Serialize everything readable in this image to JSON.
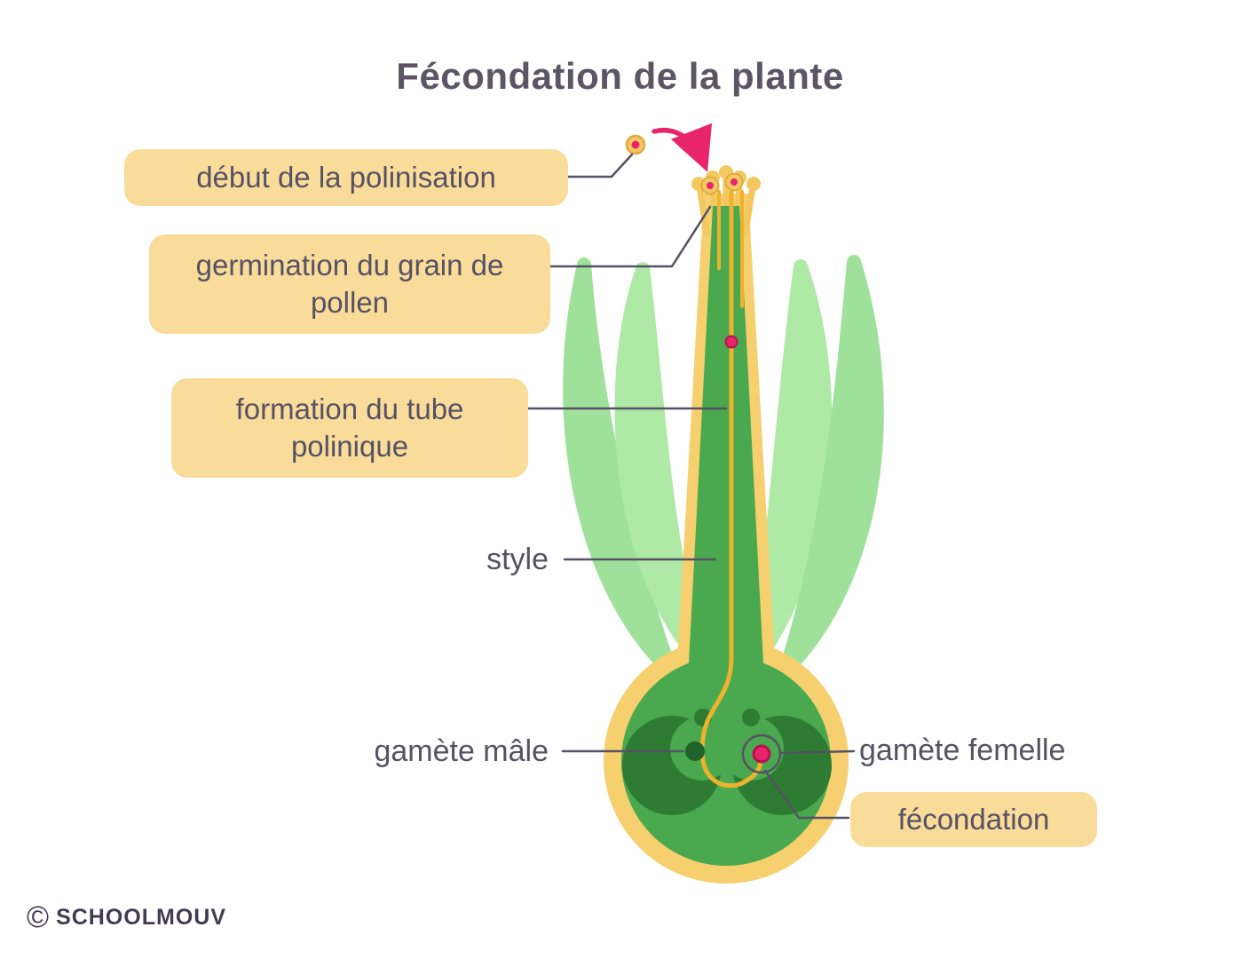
{
  "title": "Fécondation de la plante",
  "callouts": {
    "pollination_start": "début de la polinisation",
    "germination": "germination du grain de pollen",
    "tube_formation": "formation du tube polinique",
    "fertilization": "fécondation"
  },
  "plain_labels": {
    "style": "style",
    "male_gamete": "gamète mâle",
    "female_gamete": "gamète femelle"
  },
  "branding": {
    "copyright": "©",
    "name": "SCHOOLMOUV"
  },
  "colors": {
    "accent_pink": "#e8256b",
    "label_background": "#f9dc9a",
    "text": "#565264",
    "pistil_yellow": "#f6cf6e",
    "tube_yellow": "#eeb22f",
    "style_green": "#4aa94e",
    "petal_green_outer": "#9fe19b",
    "petal_green_inner": "#aee9a6",
    "ovule_dark_green": "#2e7b33"
  }
}
